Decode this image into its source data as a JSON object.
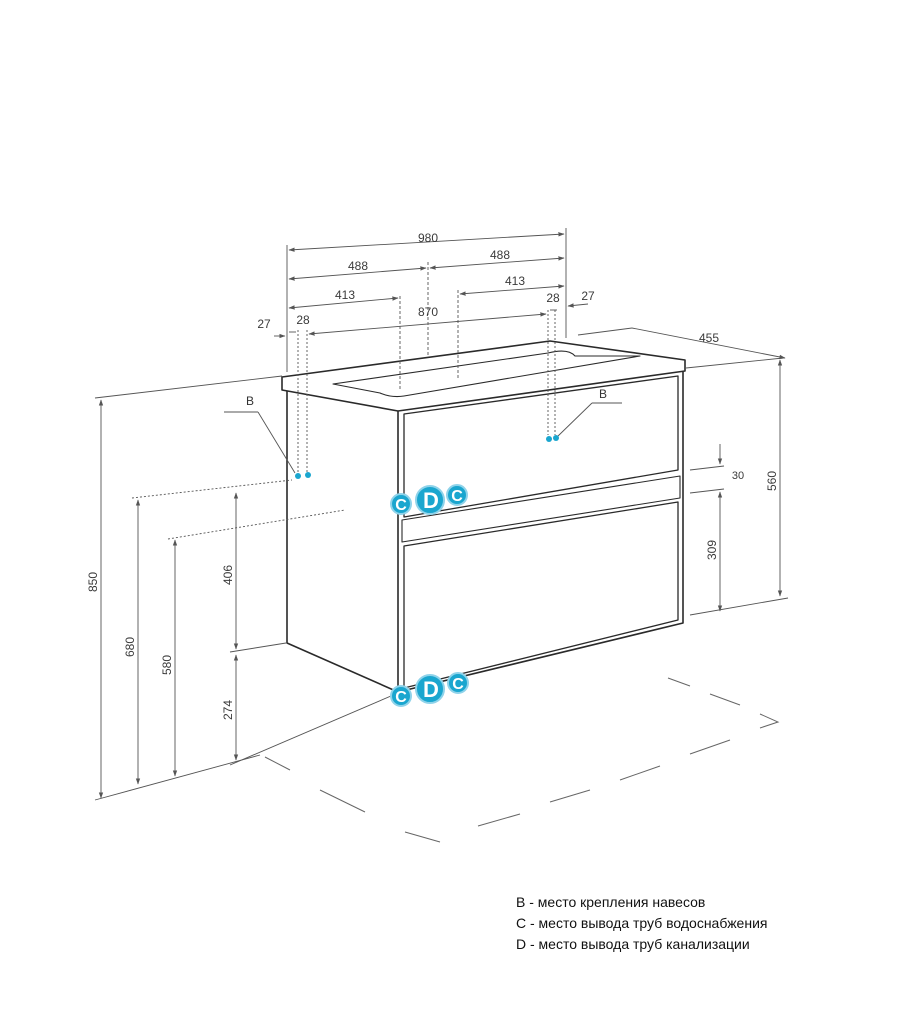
{
  "dimensions": {
    "overall_width": "980",
    "half_width_left": "488",
    "half_width_right": "488",
    "offset_left": "413",
    "offset_right": "413",
    "inner_width": "870",
    "side_left": "27",
    "side_right": "27",
    "mount_left": "28",
    "mount_right": "28",
    "depth": "455",
    "total_height": "850",
    "cabinet_height": "560",
    "drawer_gap": "30",
    "lower_drawer": "309",
    "height_680": "680",
    "height_580": "580",
    "height_406": "406",
    "height_274": "274"
  },
  "markers": {
    "mount_point_label": "B",
    "supply_label": "C",
    "drain_label": "D"
  },
  "colors": {
    "marker_fill": "#1aa6cf",
    "marker_ring": "#8fd3ea",
    "line": "#3a3a3a"
  },
  "legend": {
    "line_b": "B - место крепления навесов",
    "line_c": "C - место вывода труб водоснабжения",
    "line_d": "D - место вывода труб канализации"
  }
}
